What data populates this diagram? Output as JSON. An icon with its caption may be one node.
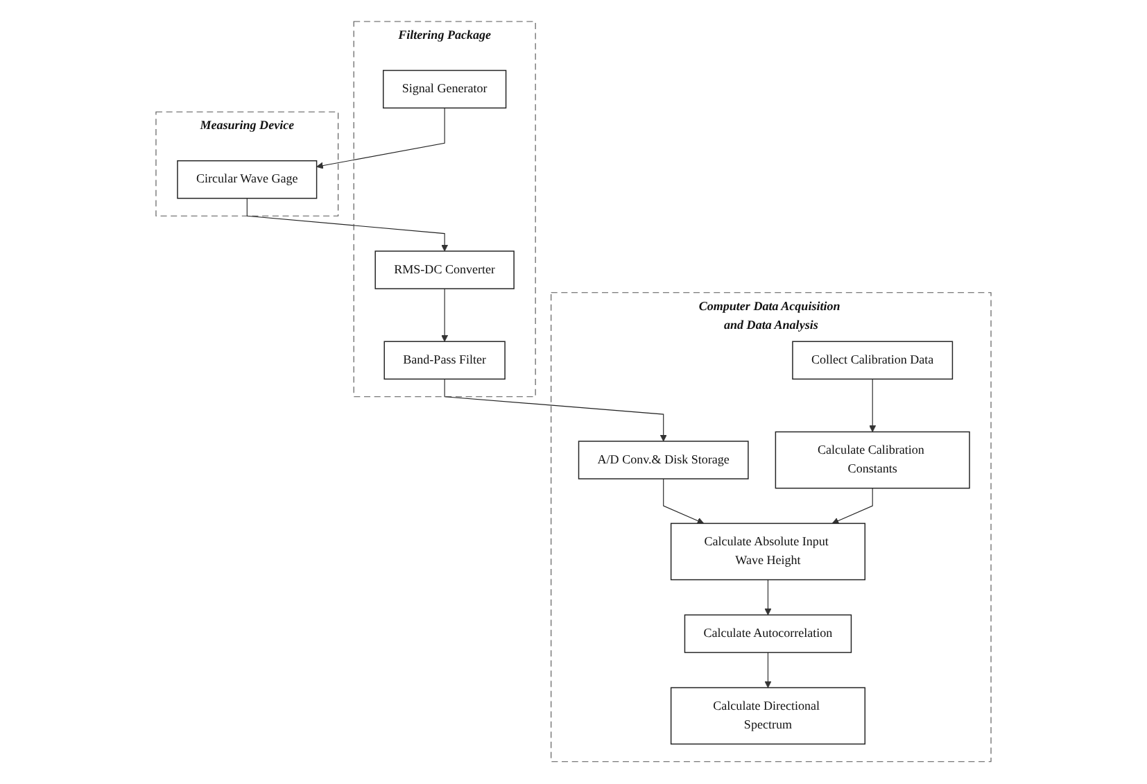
{
  "diagram": {
    "nodes": [
      {
        "text": [
          "Filtering Package"
        ]
      },
      {
        "text": [
          "Signal Generator"
        ],
        "in": 0
      },
      {
        "text": [
          "RMS-DC Converter"
        ],
        "in": 0
      },
      {
        "text": [
          "Band-Pass Filter"
        ],
        "in": 0
      },
      {
        "text": [
          "Measuring Device"
        ]
      },
      {
        "text": [
          "Circular Wave Gage"
        ],
        "in": 4
      },
      {
        "text": [
          "Computer Data Acquisition and Data Analysis"
        ]
      },
      {
        "text": [
          "A/D Conv.& Disk Storage"
        ],
        "in": 6
      },
      {
        "text": [
          "Calculate Absolute Input Wave Height"
        ],
        "in": 6
      },
      {
        "text": [
          "Calculate Autocorrelation"
        ],
        "in": 6
      },
      {
        "text": [
          "Collect Calibration Data"
        ],
        "in": 6
      },
      {
        "text": [
          "Calculate Calibration Constants"
        ],
        "in": 6
      },
      {
        "text": [
          "Calculate Directional Spectrum"
        ],
        "in": 6
      }
    ],
    "edges": [
      {
        "from": 1,
        "to": 5,
        "arrow": "to"
      },
      {
        "from": 5,
        "to": 2,
        "arrow": "to"
      },
      {
        "from": 2,
        "to": 3,
        "arrow": "to"
      },
      {
        "from": 3,
        "to": 7,
        "arrow": "to"
      },
      {
        "from": 7,
        "to": 8,
        "arrow": "to"
      },
      {
        "from": 8,
        "to": 9,
        "arrow": "to"
      },
      {
        "from": 9,
        "to": 12,
        "arrow": "to"
      },
      {
        "from": 10,
        "to": 11,
        "arrow": "to"
      },
      {
        "from": 11,
        "to": 8,
        "arrow": "to"
      }
    ]
  }
}
